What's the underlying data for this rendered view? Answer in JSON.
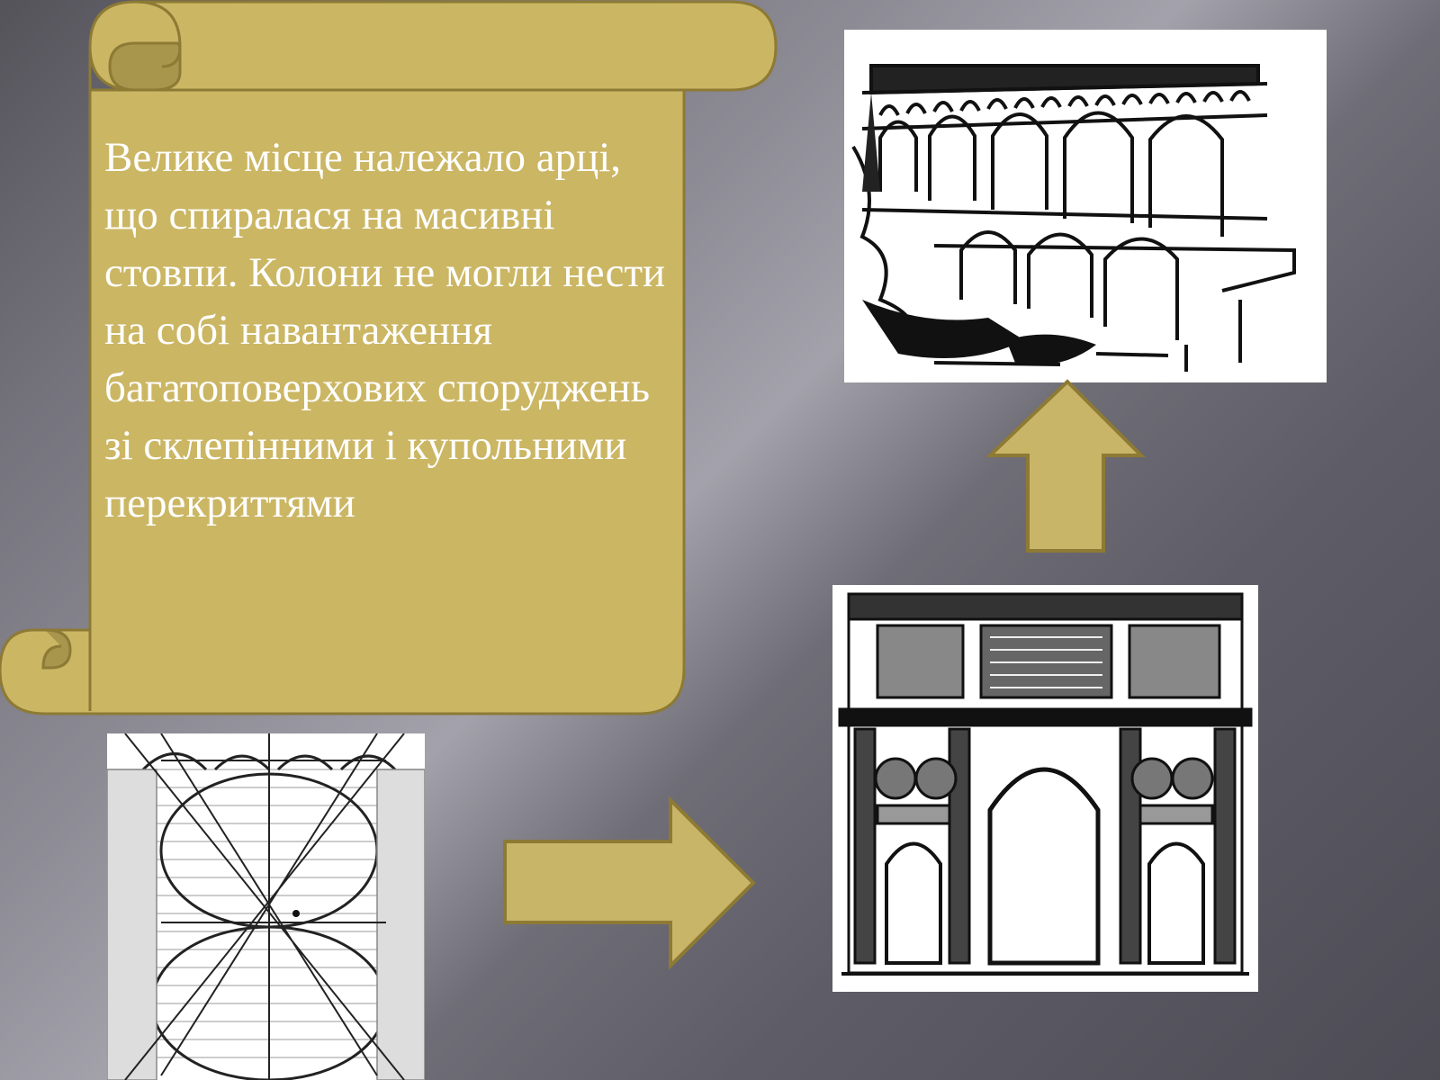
{
  "slide": {
    "text": "Велике місце належало арці, що спиралася на масивні стовпи. Колони не могли нести на собі навантаження багатоповерхових споруджень зі склепінними і купольними перекриттями"
  },
  "colors": {
    "scroll_fill": "#cbb664",
    "scroll_stroke": "#8d7a34",
    "scroll_shadow": "#a8964d",
    "arrow_fill": "#c8b567",
    "text": "#ffffff"
  },
  "images": [
    {
      "name": "aqueduct-drawing"
    },
    {
      "name": "triumphal-arch-drawing"
    },
    {
      "name": "arch-construction-drawing"
    }
  ],
  "arrows": [
    {
      "name": "up-arrow",
      "direction": "up"
    },
    {
      "name": "right-arrow",
      "direction": "right"
    }
  ]
}
